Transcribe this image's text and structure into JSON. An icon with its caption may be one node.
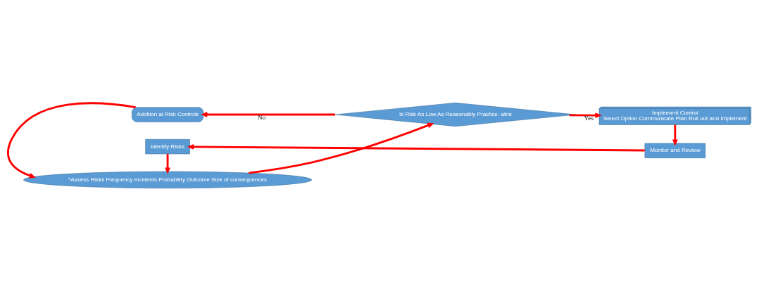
{
  "diagram": {
    "nodes": [
      {
        "text": [
          "Identify Risks"
        ]
      },
      {
        "text": [
          "*Assess Risks Frequency Incidents Probability Outcome Size of consequences"
        ]
      },
      {
        "text": [
          "Is Risk As Low As Reasonably Practice- able"
        ]
      },
      {
        "text": [
          "Implement Control",
          "Select Option Communicate Plan Roll out and Implement"
        ]
      },
      {
        "text": [
          "Monitor and Review"
        ]
      },
      {
        "text": [
          "Addition al Risk Controls"
        ]
      }
    ],
    "edges": [
      {
        "from": 0,
        "to": 1,
        "arrow": "to"
      },
      {
        "from": 1,
        "to": 2,
        "arrow": "to"
      },
      {
        "from": 2,
        "to": 3,
        "arrow": "to",
        "label": "Yes"
      },
      {
        "from": 3,
        "to": 4,
        "arrow": "to"
      },
      {
        "from": 4,
        "to": 0,
        "arrow": "to"
      },
      {
        "from": 2,
        "to": 5,
        "arrow": "to",
        "label": "No"
      },
      {
        "from": 5,
        "to": 1,
        "arrow": "to"
      }
    ]
  }
}
